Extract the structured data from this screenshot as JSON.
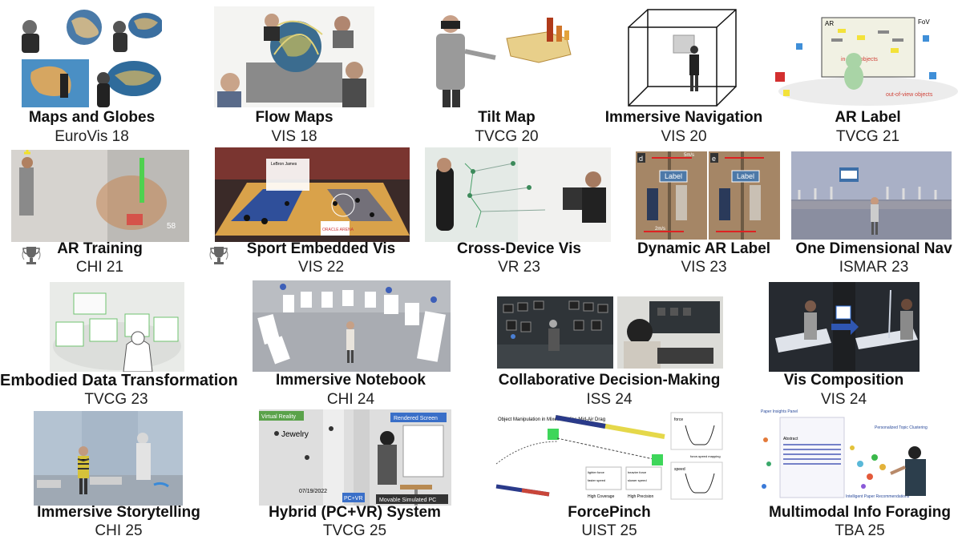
{
  "projects": [
    {
      "title": "Maps and Globes",
      "venue": "EuroVis 18"
    },
    {
      "title": "Flow Maps",
      "venue": "VIS 18"
    },
    {
      "title": "Tilt Map",
      "venue": "TVCG 20"
    },
    {
      "title": "Immersive Navigation",
      "venue": "VIS 20"
    },
    {
      "title": "AR Label",
      "venue": "TVCG 21"
    },
    {
      "title": "AR Training",
      "venue": "CHI 21",
      "award": true
    },
    {
      "title": "Sport Embedded Vis",
      "venue": "VIS 22",
      "award": true
    },
    {
      "title": "Cross-Device Vis",
      "venue": "VR 23"
    },
    {
      "title": "Dynamic AR Label",
      "venue": "VIS 23"
    },
    {
      "title": "One Dimensional Nav",
      "venue": "ISMAR 23"
    },
    {
      "title": "Embodied Data Transformation",
      "venue": "TVCG 23"
    },
    {
      "title": "Immersive Notebook",
      "venue": "CHI 24"
    },
    {
      "title": "Collaborative Decision-Making",
      "venue": "ISS 24"
    },
    {
      "title": "Vis Composition",
      "venue": "VIS 24"
    },
    {
      "title": "Immersive Storytelling",
      "venue": "CHI 25"
    },
    {
      "title": "Hybrid (PC+VR) System",
      "venue": "TVCG 25"
    },
    {
      "title": "ForcePinch",
      "venue": "UIST 25"
    },
    {
      "title": "Multimodal Info Foraging",
      "venue": "TBA 25"
    }
  ],
  "thumb_text": {
    "ar_label": {
      "ar": "AR",
      "fov": "FoV",
      "in_view": "in-view objects",
      "out_view": "out-of-view objects"
    },
    "ar_training": {
      "reading": "58"
    },
    "sport": {
      "arena": "ORACLE ARENA",
      "panel": "LeBron James"
    },
    "dynamic_label": {
      "label": "Label",
      "speed_top": "5m/s",
      "speed_bottom": "2m/s",
      "panel_d": "d",
      "panel_e": "e"
    },
    "hybrid": {
      "vr": "Virtual Reality",
      "rendered": "Rendered Screen",
      "pcvr": "PC+VR",
      "movable": "Movable Simulated PC",
      "keyword": "Jewelry",
      "date": "07/19/2022"
    },
    "forcepinch": {
      "heading": "Object Manipulation in Mixed Reality: Mid-Air Drag",
      "force": "force",
      "speed": "speed",
      "mapping": "force-speed mapping",
      "lighter": "lighter force",
      "faster": "faster speed",
      "heavier": "heavier force",
      "slower": "slower speed",
      "coverage": "High Coverage",
      "precision": "High Precision"
    },
    "foraging": {
      "panel": "Paper Insights Panel",
      "topic": "Personalized Topic Clustering",
      "recs": "Intelligent Paper Recommendations",
      "abstract": "Abstract"
    }
  }
}
